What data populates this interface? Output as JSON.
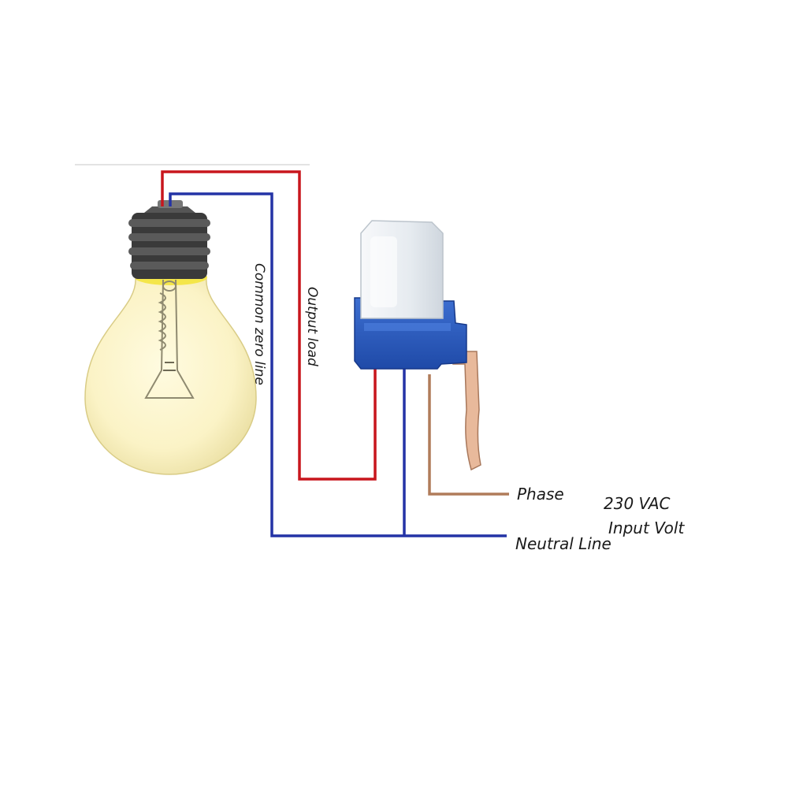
{
  "labels": {
    "common_zero_line": "Common zero line",
    "output_load": "Output load",
    "phase": "Phase",
    "neutral_line": "Neutral Line",
    "voltage": "230 VAC",
    "input_volt": "Input Volt"
  },
  "colors": {
    "live_wire": "#c8161d",
    "neutral_wire": "#2433a6",
    "phase_wire": "#b07c5a",
    "sensor_base": "#2b5bbf",
    "sensor_cap": "#eef1f4",
    "bulb_glow": "#fbf3c6",
    "bulb_socket": "#3a3a3a"
  }
}
